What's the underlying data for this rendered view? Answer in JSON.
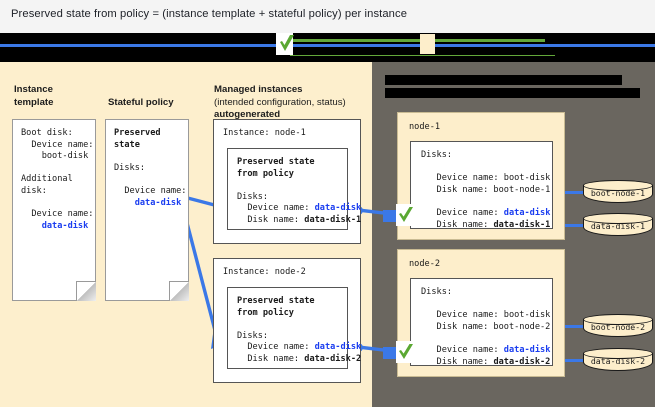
{
  "title": "Preserved state from policy = (instance template + stateful policy) per instance",
  "legend": {
    "check_icon": "green-check-icon",
    "cream_swatch_color": "#fdeecb",
    "blue_arrow_color": "#3b78e7",
    "green_line_color": "#63a83a"
  },
  "columns": {
    "instance_template": {
      "heading_line1": "Instance",
      "heading_line2": "template"
    },
    "stateful_policy": {
      "heading_line1": "Stateful policy",
      "heading_line2": ""
    },
    "managed_instances": {
      "heading_line1": "Managed instances",
      "heading_line2": "(intended configuration, status)",
      "heading_line3": "autogenerated"
    }
  },
  "cards": {
    "instance_template": {
      "l1": "Boot disk:",
      "l2": "  Device name:",
      "l3": "    boot-disk",
      "l4": "",
      "l5": "Additional",
      "l6": "disk:",
      "l7": "",
      "l8": "  Device name:",
      "l9_blue": "    data-disk"
    },
    "stateful_policy": {
      "l1": "Preserved",
      "l2": "state",
      "l3": "",
      "l4": "Disks:",
      "l5": "",
      "l6": "  Device name:",
      "l7_blue": "    data-disk"
    }
  },
  "instances": [
    {
      "label": "Instance: node-1",
      "inner": {
        "t1": "Preserved state",
        "t2": "from policy",
        "t3": "",
        "t4": "Disks:",
        "t5_prefix": "  Device name: ",
        "t5_blue": "data-disk",
        "t6_prefix": "  Disk name: ",
        "t6_bold": "data-disk-1"
      }
    },
    {
      "label": "Instance: node-2",
      "inner": {
        "t1": "Preserved state",
        "t2": "from policy",
        "t3": "",
        "t4": "Disks:",
        "t5_prefix": "  Device name: ",
        "t5_blue": "data-disk",
        "t6_prefix": "  Disk name: ",
        "t6_bold": "data-disk-2"
      }
    }
  ],
  "nodes": [
    {
      "label": "node-1",
      "disks_label": "Disks:",
      "boot_device": "   Device name: boot-disk",
      "boot_disk": "   Disk name: boot-node-1",
      "data_device_prefix": "   Device name: ",
      "data_device_blue": "data-disk",
      "data_disk_prefix": "   Disk name: ",
      "data_disk_bold": "data-disk-1",
      "cylinders": [
        "boot-node-1",
        "data-disk-1"
      ]
    },
    {
      "label": "node-2",
      "disks_label": "Disks:",
      "boot_device": "   Device name: boot-disk",
      "boot_disk": "   Disk name: boot-node-2",
      "data_device_prefix": "   Device name: ",
      "data_device_blue": "data-disk",
      "data_disk_prefix": "   Disk name: ",
      "data_disk_bold": "data-disk-2",
      "cylinders": [
        "boot-node-2",
        "data-disk-2"
      ]
    }
  ]
}
